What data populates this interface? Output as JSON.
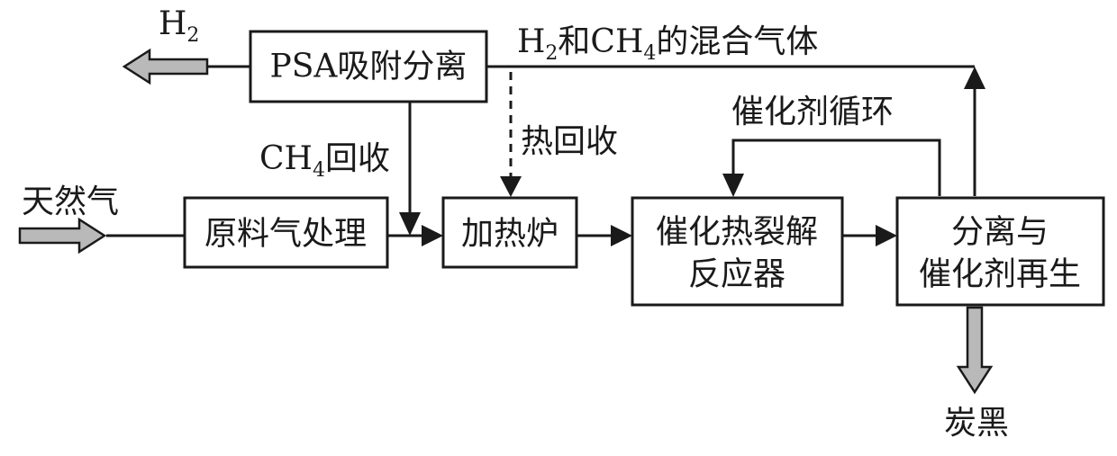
{
  "nodes": {
    "psa": "PSA吸附分离",
    "feed_treatment": "原料气处理",
    "heater": "加热炉",
    "reactor": [
      "催化热裂解",
      "反应器"
    ],
    "separator": [
      "分离与",
      "催化剂再生"
    ]
  },
  "labels": {
    "natural_gas": "天然气",
    "h2_main": "H",
    "h2_sub": "2",
    "mix_a": "H",
    "mix_sub_a": "2",
    "mix_b": "和CH",
    "mix_sub_b": "4",
    "mix_c": "的混合气体",
    "ch4_main": "CH",
    "ch4_sub": "4",
    "ch4_suffix": "回收",
    "heat_recovery": "热回收",
    "catalyst_cycle": "催化剂循环",
    "carbon_black": "炭黑"
  }
}
